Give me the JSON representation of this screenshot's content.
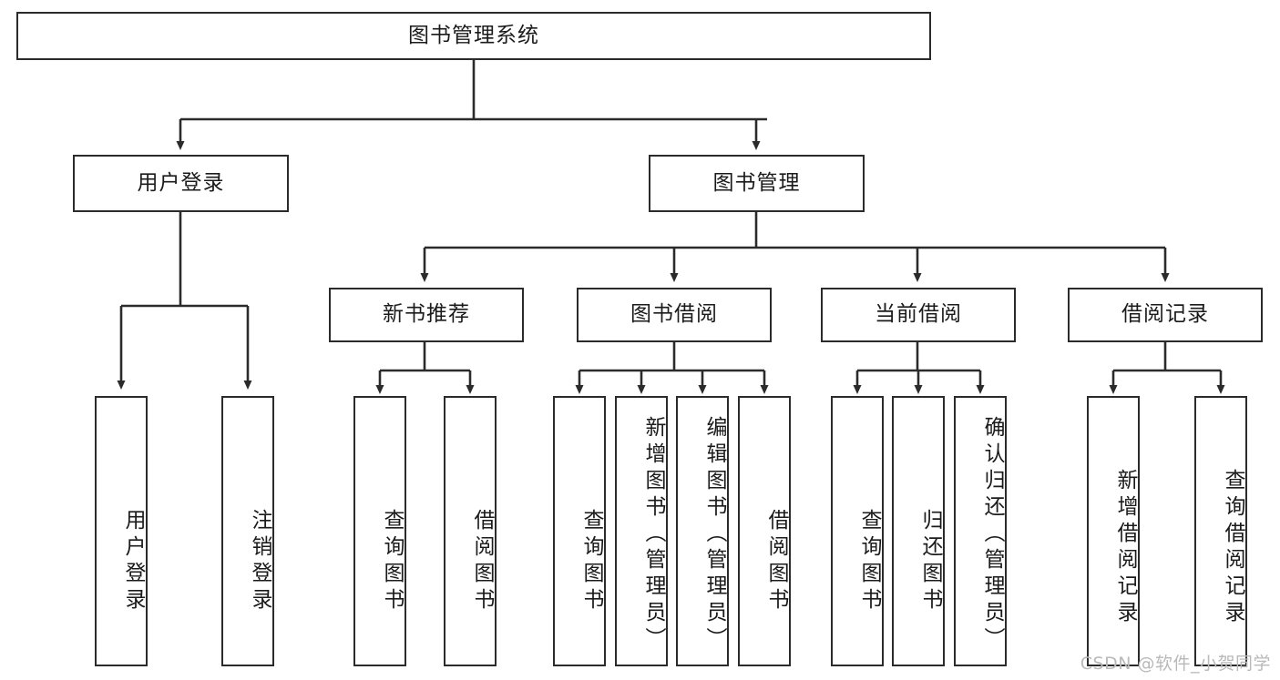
{
  "diagram": {
    "title": "图书管理系统",
    "type": "tree",
    "root": {
      "label": "图书管理系统"
    },
    "level2": [
      {
        "id": "user-login",
        "label": "用户登录"
      },
      {
        "id": "book-manage",
        "label": "图书管理"
      }
    ],
    "level3": [
      {
        "id": "new-book-recommend",
        "label": "新书推荐",
        "parent": "book-manage"
      },
      {
        "id": "book-borrow",
        "label": "图书借阅",
        "parent": "book-manage"
      },
      {
        "id": "current-borrow",
        "label": "当前借阅",
        "parent": "book-manage"
      },
      {
        "id": "borrow-record",
        "label": "借阅记录",
        "parent": "book-manage"
      }
    ],
    "leaves": {
      "user-login": [
        {
          "id": "leaf-user-login",
          "label": "用户登录"
        },
        {
          "id": "leaf-logout",
          "label": "注销登录"
        }
      ],
      "new-book-recommend": [
        {
          "id": "leaf-query-book-1",
          "label": "查询图书"
        },
        {
          "id": "leaf-borrow-book-1",
          "label": "借阅图书"
        }
      ],
      "book-borrow": [
        {
          "id": "leaf-query-book-2",
          "label": "查询图书"
        },
        {
          "id": "leaf-add-book",
          "label": "新增图书（管理员）"
        },
        {
          "id": "leaf-edit-book",
          "label": "编辑图书（管理员）"
        },
        {
          "id": "leaf-borrow-book-2",
          "label": "借阅图书"
        }
      ],
      "current-borrow": [
        {
          "id": "leaf-query-book-3",
          "label": "查询图书"
        },
        {
          "id": "leaf-return-book",
          "label": "归还图书"
        },
        {
          "id": "leaf-confirm-return",
          "label": "确认归还（管理员）"
        }
      ],
      "borrow-record": [
        {
          "id": "leaf-add-record",
          "label": "新增借阅记录"
        },
        {
          "id": "leaf-query-record",
          "label": "查询借阅记录"
        }
      ]
    }
  },
  "watermark": {
    "text": "CSDN @软件_小贺同学"
  },
  "colors": {
    "stroke": "#2b2b2b",
    "fill": "#ffffff",
    "text": "#1b1b1b",
    "watermark": "#b9b9b9"
  }
}
